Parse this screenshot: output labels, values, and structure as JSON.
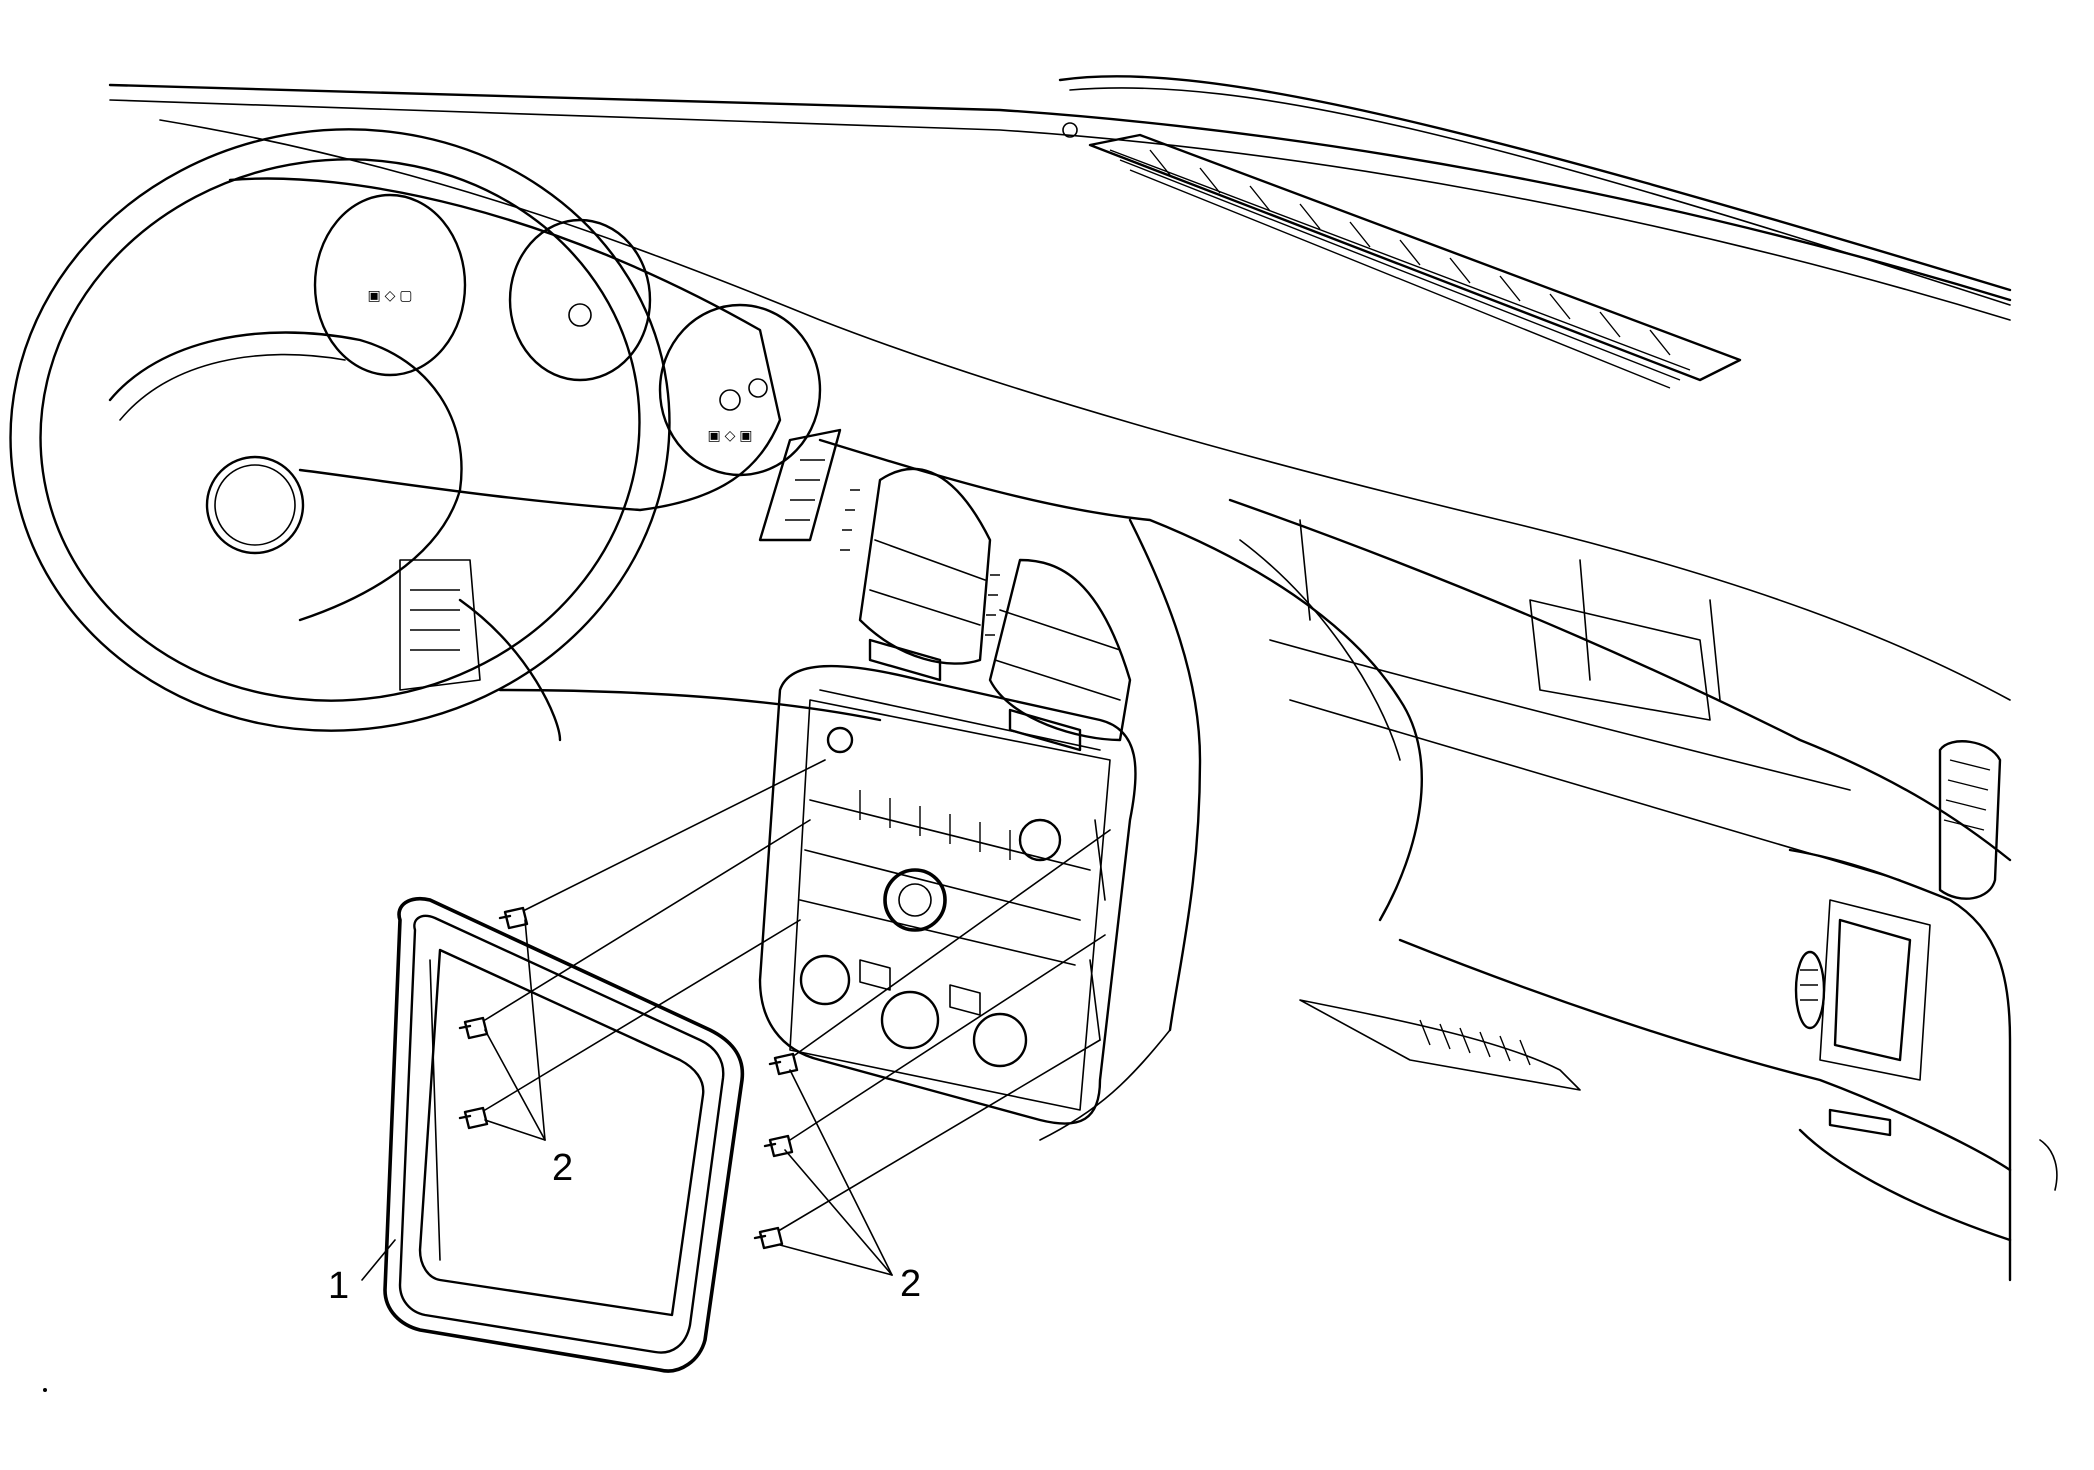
{
  "callouts": [
    {
      "id": "1",
      "label": "1"
    },
    {
      "id": "2a",
      "label": "2"
    },
    {
      "id": "2b",
      "label": "2"
    }
  ]
}
